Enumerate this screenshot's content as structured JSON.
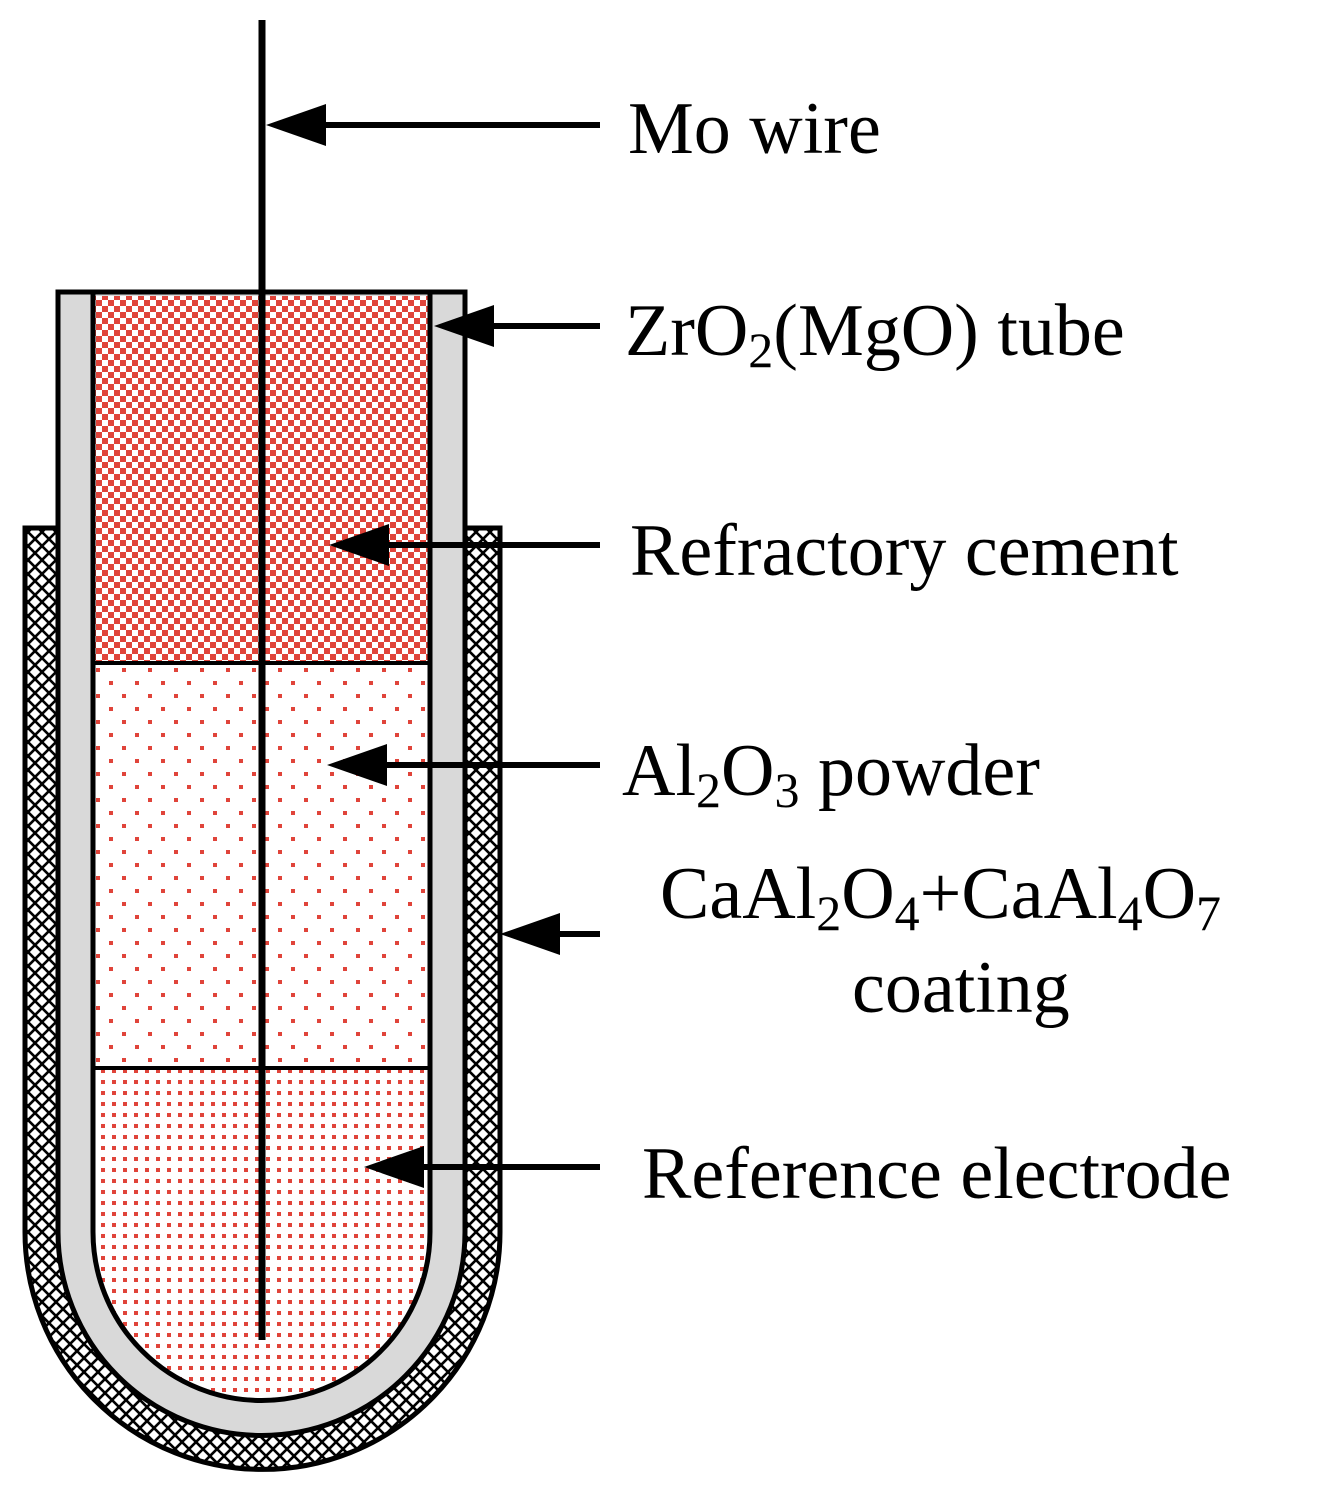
{
  "labels": {
    "mo_wire": "Mo wire",
    "tube": {
      "a": "ZrO",
      "sub1": "2",
      "b": "(MgO) tube"
    },
    "cement": "Refractory cement",
    "powder": {
      "a": "Al",
      "sub1": "2",
      "b": "O",
      "sub2": "3",
      "c": " powder"
    },
    "coating": {
      "a": "CaAl",
      "sub1": "2",
      "b": "O",
      "sub2": "4",
      "c": "+CaAl",
      "sub3": "4",
      "d": "O",
      "sub4": "7",
      "line2": "coating"
    },
    "reference": "Reference electrode"
  },
  "colors": {
    "cement_hatch": "#e0443a",
    "powder_dots": "#e0443a",
    "reference_dots": "#e0443a",
    "tube_wall": "#d9d9d9",
    "outline": "#000000"
  }
}
